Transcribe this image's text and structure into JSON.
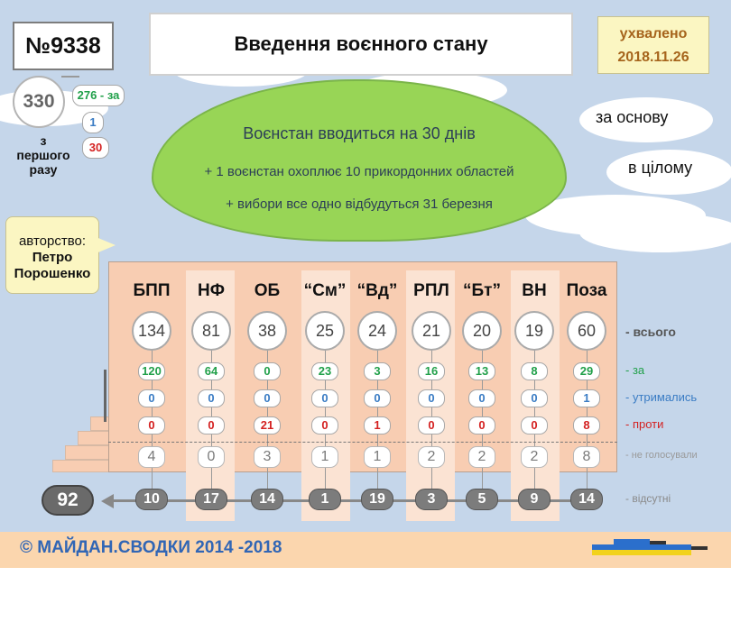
{
  "bill": {
    "number": "№9338",
    "title": "Введення воєнного стану",
    "approved_label": "ухвалено",
    "approved_date": "2018.11.26"
  },
  "first_reading": {
    "total": "330",
    "za": "276 - за",
    "utrymalys": "1",
    "proty": "30",
    "label_line1": "з",
    "label_line2": "першого",
    "label_line3": "разу"
  },
  "summary": {
    "line1": "Воєнстан вводиться на 30 днів",
    "line2": "+ 1 воєнстан охоплює 10 прикордонних областей",
    "line3": "+ вибори все одно відбудуться 31 березня"
  },
  "notes": {
    "basis": "за основу",
    "whole": "в цілому"
  },
  "authorship": {
    "label": "авторство:",
    "name_line1": "Петро",
    "name_line2": "Порошенко"
  },
  "row_labels": {
    "total": "- всього",
    "za": "- за",
    "utrymalys": "- утримались",
    "proty": "- проти",
    "ne_golos": "- не голосували",
    "vidsutni": "- відсутні"
  },
  "parties": [
    {
      "name": "БПП",
      "total": "134",
      "za": "120",
      "utrymalys": "0",
      "proty": "0",
      "ne_golos": "4",
      "vidsutni": "10"
    },
    {
      "name": "НФ",
      "total": "81",
      "za": "64",
      "utrymalys": "0",
      "proty": "0",
      "ne_golos": "0",
      "vidsutni": "17"
    },
    {
      "name": "ОБ",
      "total": "38",
      "za": "0",
      "utrymalys": "0",
      "proty": "21",
      "ne_golos": "3",
      "vidsutni": "14"
    },
    {
      "name": "“См”",
      "total": "25",
      "za": "23",
      "utrymalys": "0",
      "proty": "0",
      "ne_golos": "1",
      "vidsutni": "1"
    },
    {
      "name": "“Вд”",
      "total": "24",
      "za": "3",
      "utrymalys": "0",
      "proty": "1",
      "ne_golos": "1",
      "vidsutni": "19"
    },
    {
      "name": "РПЛ",
      "total": "21",
      "za": "16",
      "utrymalys": "0",
      "proty": "0",
      "ne_golos": "2",
      "vidsutni": "3"
    },
    {
      "name": "“Бт”",
      "total": "20",
      "za": "13",
      "utrymalys": "0",
      "proty": "0",
      "ne_golos": "2",
      "vidsutni": "5"
    },
    {
      "name": "ВН",
      "total": "19",
      "za": "8",
      "utrymalys": "0",
      "proty": "0",
      "ne_golos": "2",
      "vidsutni": "9"
    },
    {
      "name": "Поза",
      "total": "60",
      "za": "29",
      "utrymalys": "1",
      "proty": "8",
      "ne_golos": "8",
      "vidsutni": "14"
    }
  ],
  "absent_total": "92",
  "footer": {
    "copyright": "© МАЙДАН.СВОДКИ 2014 -2018"
  },
  "colors": {
    "za": "#21a04a",
    "utrymalys": "#3a7cc4",
    "proty": "#d42121",
    "ne_golos": "#9a9a9a",
    "vidsutni": "#8a8a8a",
    "total_label": "#555555"
  }
}
